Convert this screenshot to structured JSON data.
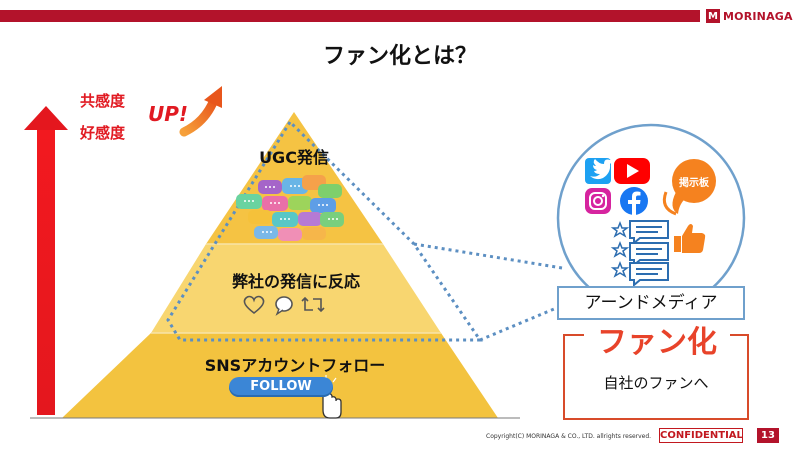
{
  "header": {
    "logo_text": "MORINAGA",
    "logo_mark": "M"
  },
  "title": "ファン化とは？",
  "left_labels": {
    "line1": "共感度",
    "line2": "好感度",
    "up": "UP!"
  },
  "pyramid": {
    "tiers": [
      {
        "label": "UGC発信"
      },
      {
        "label": "弊社の発信に反応"
      },
      {
        "label": "SNSアカウントフォロー",
        "button": "FOLLOW"
      }
    ]
  },
  "earned_media": {
    "badge": "掲示板",
    "label": "アーンドメディア"
  },
  "fan_box": {
    "title": "ファン化",
    "subtitle": "自社のファンへ"
  },
  "footer": {
    "copyright": "Copyright(C) MORINAGA & CO., LTD. allrights reserved.",
    "confidential": "CONFIDENTIAL",
    "page": "13"
  },
  "colors": {
    "brand": "#b3132b",
    "pyramid_top": "#f6c44a",
    "pyramid_mid": "#f8d56a",
    "pyramid_bottom": "#f4c540",
    "accent_red": "#e11a22",
    "fan_orange": "#e8432a"
  }
}
